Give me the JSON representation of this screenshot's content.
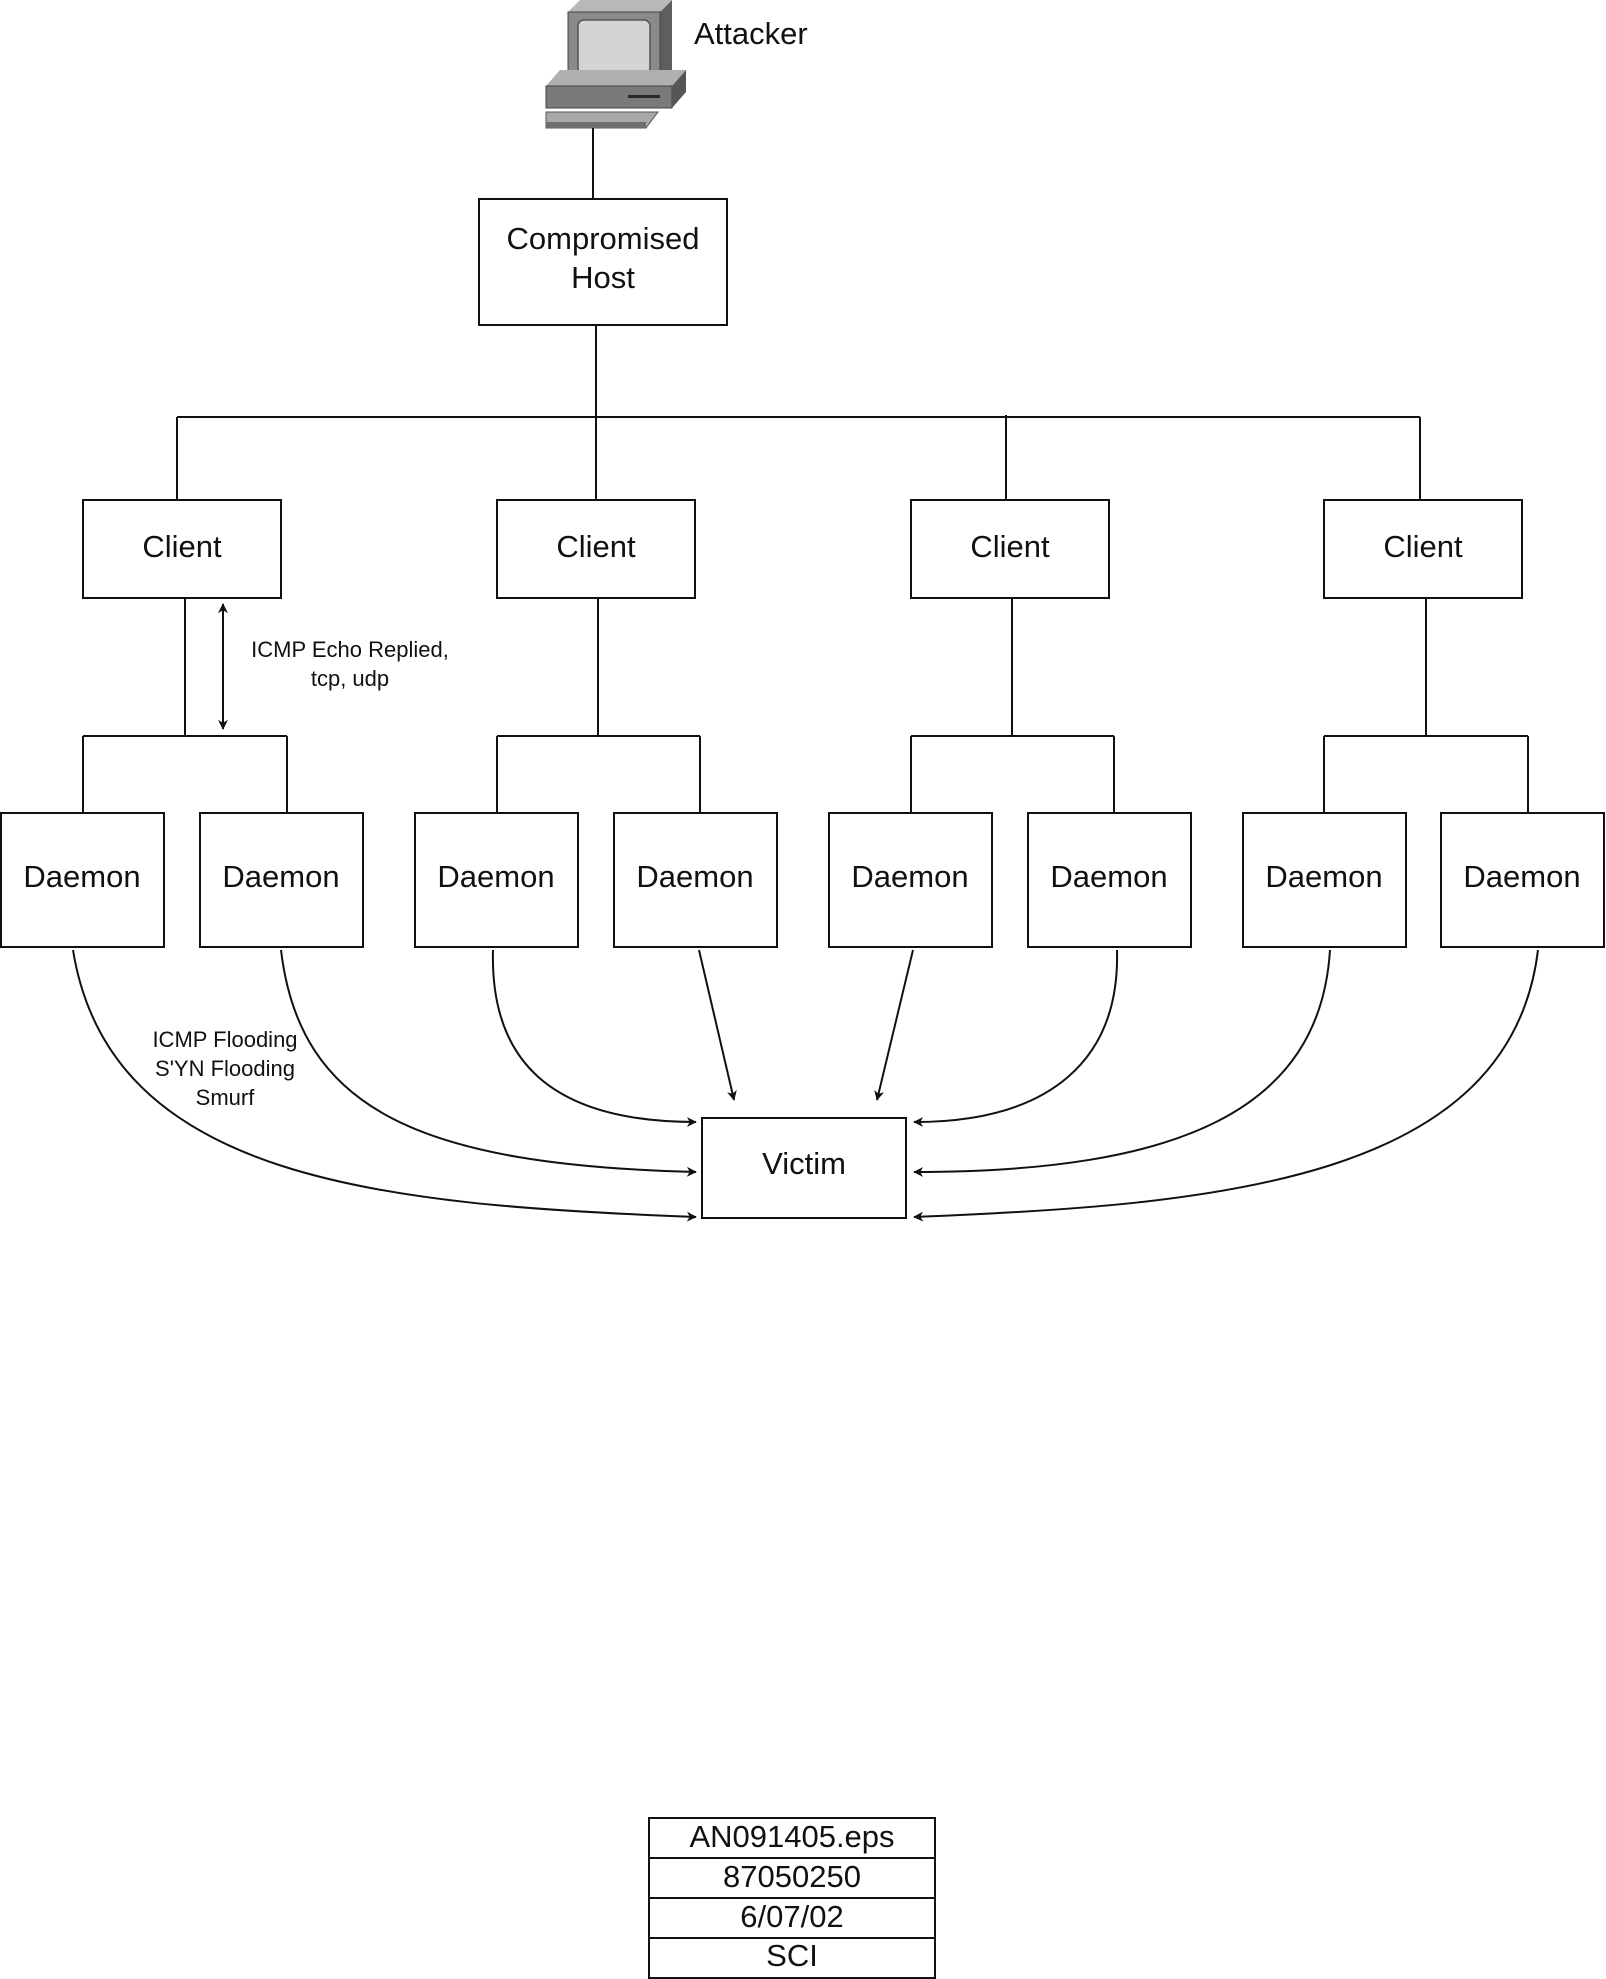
{
  "attacker": {
    "label": "Attacker"
  },
  "compromised_host": {
    "line1": "Compromised",
    "line2": "Host"
  },
  "clients": [
    {
      "label": "Client"
    },
    {
      "label": "Client"
    },
    {
      "label": "Client"
    },
    {
      "label": "Client"
    }
  ],
  "daemons": [
    {
      "label": "Daemon"
    },
    {
      "label": "Daemon"
    },
    {
      "label": "Daemon"
    },
    {
      "label": "Daemon"
    },
    {
      "label": "Daemon"
    },
    {
      "label": "Daemon"
    },
    {
      "label": "Daemon"
    },
    {
      "label": "Daemon"
    }
  ],
  "victim": {
    "label": "Victim"
  },
  "client_daemon_link": {
    "line1": "ICMP Echo Replied,",
    "line2": "tcp, udp"
  },
  "attack_methods": {
    "line1": "ICMP Flooding",
    "line2": "S'YN Flooding",
    "line3": "Smurf"
  },
  "file_tag": {
    "rows": [
      "AN091405.eps",
      "87050250",
      "6/07/02",
      "SCI"
    ]
  },
  "colors": {
    "line": "#111111",
    "background": "#ffffff",
    "computer_body": "#8a8a8a",
    "computer_screen": "#d4d4d4"
  }
}
